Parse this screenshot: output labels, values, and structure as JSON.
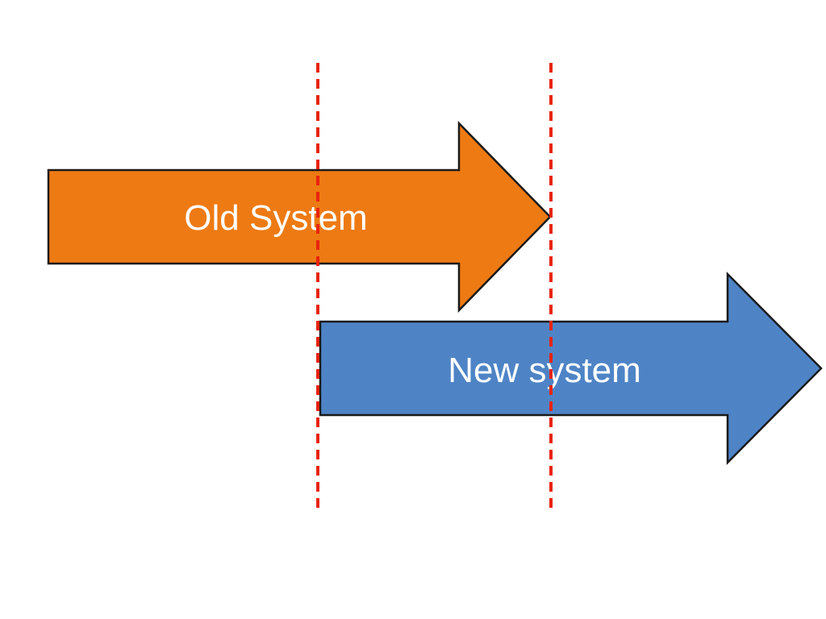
{
  "diagram": {
    "description": "Old system to new system transition overlap diagram",
    "arrows": [
      {
        "id": "old-system",
        "label": "Old System",
        "fill": "#EE7A13"
      },
      {
        "id": "new-system",
        "label": "New system",
        "fill": "#4E84C6"
      }
    ],
    "guides": {
      "color": "#E8240F",
      "style": "dashed",
      "count": 2
    },
    "outline_color": "#1A1A1A",
    "label_color": "#FFFFFF",
    "background_color": "#FFFFFF"
  }
}
